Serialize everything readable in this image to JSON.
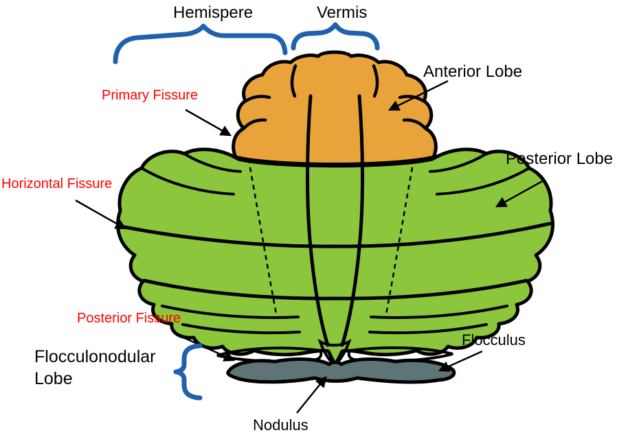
{
  "colors": {
    "background": "#FFFFFF",
    "anterior_lobe": "#E9A33B",
    "posterior_lobe": "#8CC63C",
    "flocculonodular_lobe": "#5E7477",
    "outline": "#000000",
    "label_text": "#000000",
    "fissure_text": "#FF0000",
    "brace": "#2161AC"
  },
  "labels": {
    "hemisphere": "Hemispere",
    "vermis": "Vermis",
    "anterior_lobe": "Anterior Lobe",
    "primary_fissure": "Primary Fissure",
    "posterior_lobe": "Posterior Lobe",
    "horizontal_fissure": "Horizontal Fissure",
    "posterior_fissure": "Posterior Fissure",
    "flocculonodular_lobe": "Flocculonodular Lobe",
    "flocculus": "Flocculus",
    "nodulus": "Nodulus"
  }
}
